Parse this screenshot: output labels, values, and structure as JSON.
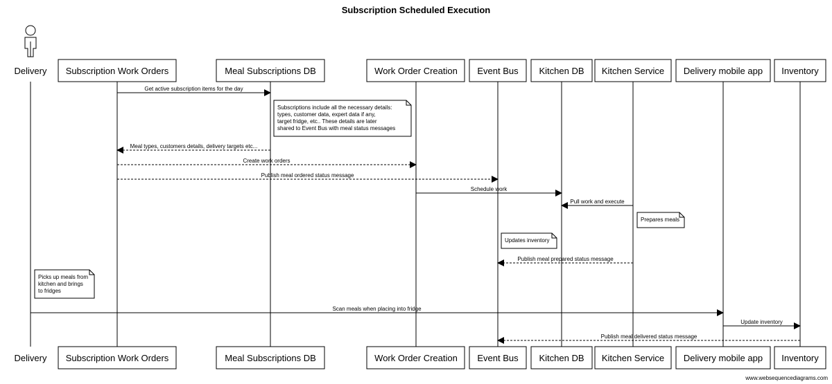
{
  "title": "Subscription Scheduled Execution",
  "watermark": "www.websequencediagrams.com",
  "participants": [
    {
      "id": "delivery",
      "label": "Delivery",
      "actor": true
    },
    {
      "id": "swo",
      "label": "Subscription Work Orders"
    },
    {
      "id": "msdb",
      "label": "Meal Subscriptions DB"
    },
    {
      "id": "woc",
      "label": "Work Order Creation"
    },
    {
      "id": "bus",
      "label": "Event Bus"
    },
    {
      "id": "kdb",
      "label": "Kitchen DB"
    },
    {
      "id": "ks",
      "label": "Kitchen Service"
    },
    {
      "id": "dma",
      "label": "Delivery mobile app"
    },
    {
      "id": "inv",
      "label": "Inventory"
    }
  ],
  "messages": [
    {
      "from": "swo",
      "to": "msdb",
      "label": "Get active subscription items for the day",
      "style": "solid"
    },
    {
      "from": "msdb",
      "to": "swo",
      "label": "Meal types, customers details, delivery targets etc...",
      "style": "dashed"
    },
    {
      "from": "swo",
      "to": "woc",
      "label": "Create work orders",
      "style": "dashed"
    },
    {
      "from": "swo",
      "to": "bus",
      "label": "Publish meal ordered status message",
      "style": "dashed"
    },
    {
      "from": "woc",
      "to": "kdb",
      "label": "Schedule work",
      "style": "solid"
    },
    {
      "from": "ks",
      "to": "kdb",
      "label": "Pull work and execute",
      "style": "solid"
    },
    {
      "from": "ks",
      "to": "bus",
      "label": "Publish meal prepared status message",
      "style": "dashed"
    },
    {
      "from": "delivery",
      "to": "dma",
      "label": "Scan meals when placing into fridge",
      "style": "solid"
    },
    {
      "from": "dma",
      "to": "inv",
      "label": "Update inventory",
      "style": "solid"
    },
    {
      "from": "inv",
      "to": "bus",
      "label": "Publish meal delivered status message",
      "style": "dashed"
    }
  ],
  "notes": [
    {
      "anchor": "msdb",
      "lines": [
        "Subscriptions include all the necessary details:",
        "types, customer data, expert data if any,",
        "target fridge, etc.. These details are later",
        "shared to Event Bus with meal status messages"
      ]
    },
    {
      "anchor": "ks",
      "lines": [
        "Prepares meals"
      ]
    },
    {
      "anchor": "bus",
      "lines": [
        "Updates inventory"
      ]
    },
    {
      "anchor": "delivery",
      "lines": [
        "Picks up meals from",
        "kitchen and brings",
        "to fridges"
      ]
    }
  ]
}
